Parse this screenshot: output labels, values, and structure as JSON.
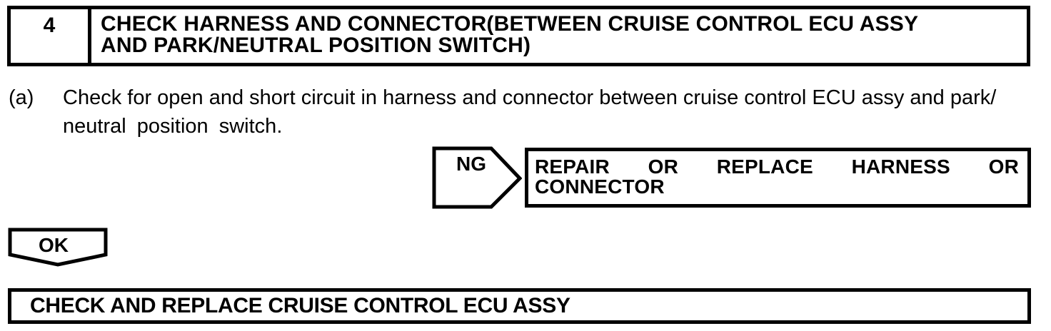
{
  "colors": {
    "ink": "#000000",
    "paper": "#ffffff"
  },
  "step": {
    "number": "4",
    "title_lines": [
      "CHECK HARNESS AND CONNECTOR(BETWEEN CRUISE CONTROL ECU ASSY",
      "AND PARK/NEUTRAL POSITION SWITCH)"
    ]
  },
  "instruction": {
    "label": "(a)",
    "lines": [
      "Check for open and short circuit in harness and connector between cruise control ECU assy and park/",
      "neutral position switch."
    ]
  },
  "flow": {
    "ng_label": "NG",
    "ng_action_lines": [
      "REPAIR OR REPLACE HARNESS OR",
      "CONNECTOR"
    ],
    "ok_label": "OK",
    "ok_action": "CHECK AND REPLACE CRUISE CONTROL ECU ASSY"
  }
}
